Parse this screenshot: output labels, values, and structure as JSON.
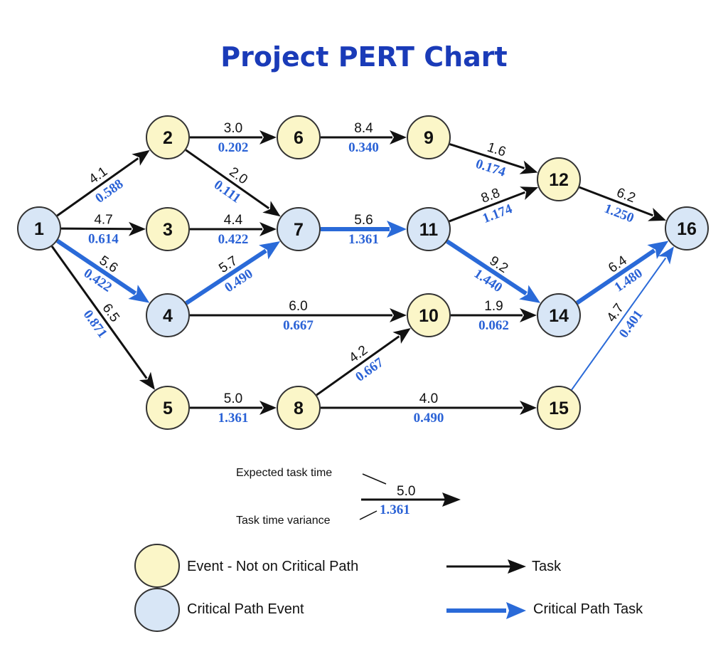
{
  "title": "Project PERT Chart",
  "colors": {
    "title": "#1a3bb8",
    "normal_event_fill": "#fbf6c8",
    "critical_event_fill": "#d8e6f6",
    "node_stroke": "#333333",
    "task_arrow": "#111111",
    "critical_arrow": "#2a6ad8",
    "variance_text": "#2a62d6"
  },
  "events": [
    {
      "id": "1",
      "critical": true
    },
    {
      "id": "2",
      "critical": false
    },
    {
      "id": "3",
      "critical": false
    },
    {
      "id": "4",
      "critical": true
    },
    {
      "id": "5",
      "critical": false
    },
    {
      "id": "6",
      "critical": false
    },
    {
      "id": "7",
      "critical": true
    },
    {
      "id": "8",
      "critical": false
    },
    {
      "id": "9",
      "critical": false
    },
    {
      "id": "10",
      "critical": false
    },
    {
      "id": "11",
      "critical": true
    },
    {
      "id": "12",
      "critical": false
    },
    {
      "id": "14",
      "critical": true
    },
    {
      "id": "15",
      "critical": false
    },
    {
      "id": "16",
      "critical": true
    }
  ],
  "tasks": [
    {
      "from": "1",
      "to": "2",
      "time": "4.1",
      "variance": "0.588",
      "critical": false
    },
    {
      "from": "1",
      "to": "3",
      "time": "4.7",
      "variance": "0.614",
      "critical": false
    },
    {
      "from": "1",
      "to": "4",
      "time": "5.6",
      "variance": "0.422",
      "critical": true
    },
    {
      "from": "1",
      "to": "5",
      "time": "6.5",
      "variance": "0.871",
      "critical": false
    },
    {
      "from": "2",
      "to": "6",
      "time": "3.0",
      "variance": "0.202",
      "critical": false
    },
    {
      "from": "2",
      "to": "7",
      "time": "2.0",
      "variance": "0.111",
      "critical": false
    },
    {
      "from": "3",
      "to": "7",
      "time": "4.4",
      "variance": "0.422",
      "critical": false
    },
    {
      "from": "4",
      "to": "7",
      "time": "5.7",
      "variance": "0.490",
      "critical": true
    },
    {
      "from": "4",
      "to": "10",
      "time": "6.0",
      "variance": "0.667",
      "critical": false
    },
    {
      "from": "5",
      "to": "8",
      "time": "5.0",
      "variance": "1.361",
      "critical": false
    },
    {
      "from": "6",
      "to": "9",
      "time": "8.4",
      "variance": "0.340",
      "critical": false
    },
    {
      "from": "7",
      "to": "11",
      "time": "5.6",
      "variance": "1.361",
      "critical": true
    },
    {
      "from": "8",
      "to": "10",
      "time": "4.2",
      "variance": "0.667",
      "critical": false
    },
    {
      "from": "8",
      "to": "15",
      "time": "4.0",
      "variance": "0.490",
      "critical": false
    },
    {
      "from": "9",
      "to": "12",
      "time": "1.6",
      "variance": "0.174",
      "critical": false
    },
    {
      "from": "10",
      "to": "14",
      "time": "1.9",
      "variance": "0.062",
      "critical": false
    },
    {
      "from": "11",
      "to": "12",
      "time": "8.8",
      "variance": "1.174",
      "critical": false
    },
    {
      "from": "11",
      "to": "14",
      "time": "9.2",
      "variance": "1.440",
      "critical": true
    },
    {
      "from": "12",
      "to": "16",
      "time": "6.2",
      "variance": "1.250",
      "critical": false
    },
    {
      "from": "14",
      "to": "16",
      "time": "6.4",
      "variance": "1.480",
      "critical": true
    },
    {
      "from": "15",
      "to": "16",
      "time": "4.7",
      "variance": "0.401",
      "critical": false,
      "blue_thin": true
    }
  ],
  "legend": {
    "expected_label": "Expected task time",
    "variance_label": "Task time variance",
    "example_time": "5.0",
    "example_variance": "1.361",
    "normal_event": "Event - Not on Critical Path",
    "critical_event": "Critical Path Event",
    "task": "Task",
    "critical_task": "Critical Path Task"
  }
}
